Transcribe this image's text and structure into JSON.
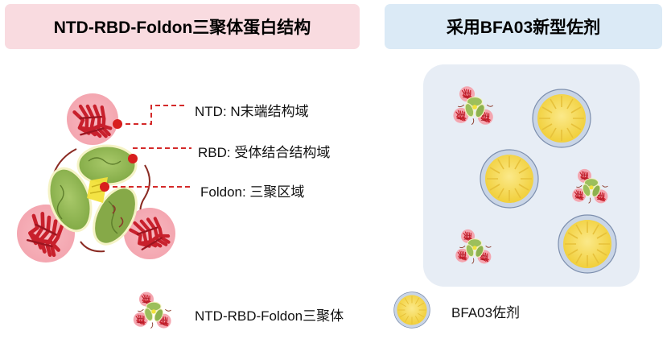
{
  "headers": {
    "left_title": "NTD-RBD-Foldon三聚体蛋白结构",
    "right_title": "采用BFA03新型佐剂"
  },
  "annotations": {
    "ntd": "NTD: N末端结构域",
    "rbd": "RBD: 受体结合结构域",
    "foldon": "Foldon: 三聚区域"
  },
  "legend": {
    "trimer": "NTD-RBD-Foldon三聚体",
    "adjuvant": "BFA03佐剂"
  },
  "colors": {
    "left_header_bg": "#f9dbe0",
    "right_header_bg": "#dbeaf6",
    "ntd_red": "#c8202c",
    "rbd_green": "#86b04a",
    "foldon_yellow": "#f2e23a",
    "adjuvant_core": "#f6d64a",
    "adjuvant_bead": "#aebfd6",
    "leader_line": "#d42a2a"
  }
}
